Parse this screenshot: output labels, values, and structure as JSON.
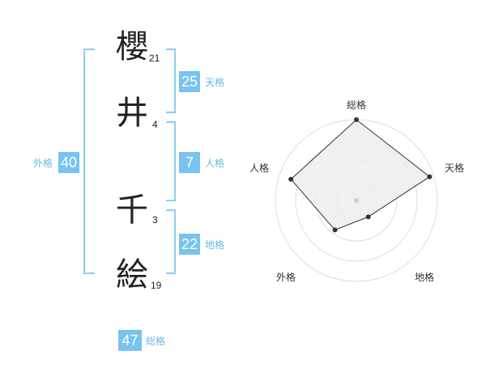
{
  "name": {
    "characters": [
      {
        "char": "櫻",
        "strokes": "21"
      },
      {
        "char": "井",
        "strokes": "4"
      },
      {
        "char": "千",
        "strokes": "3"
      },
      {
        "char": "絵",
        "strokes": "19"
      }
    ]
  },
  "fortune": {
    "tenkaku": {
      "value": "25",
      "label": "天格"
    },
    "jinkaku": {
      "value": "7",
      "label": "人格"
    },
    "chikaku": {
      "value": "22",
      "label": "地格"
    },
    "gaikaku": {
      "value": "40",
      "label": "外格"
    },
    "soukaku": {
      "value": "47",
      "label": "総格"
    }
  },
  "chart_data": {
    "type": "radar",
    "axes": [
      "総格",
      "天格",
      "地格",
      "外格",
      "人格"
    ],
    "values": [
      1.0,
      0.95,
      0.25,
      0.45,
      0.85
    ],
    "range": [
      0,
      1
    ],
    "rings": 4,
    "colors": {
      "fill": "#ececec",
      "line": "#333333",
      "ring": "#dddddd",
      "center": "#cccccc"
    }
  }
}
